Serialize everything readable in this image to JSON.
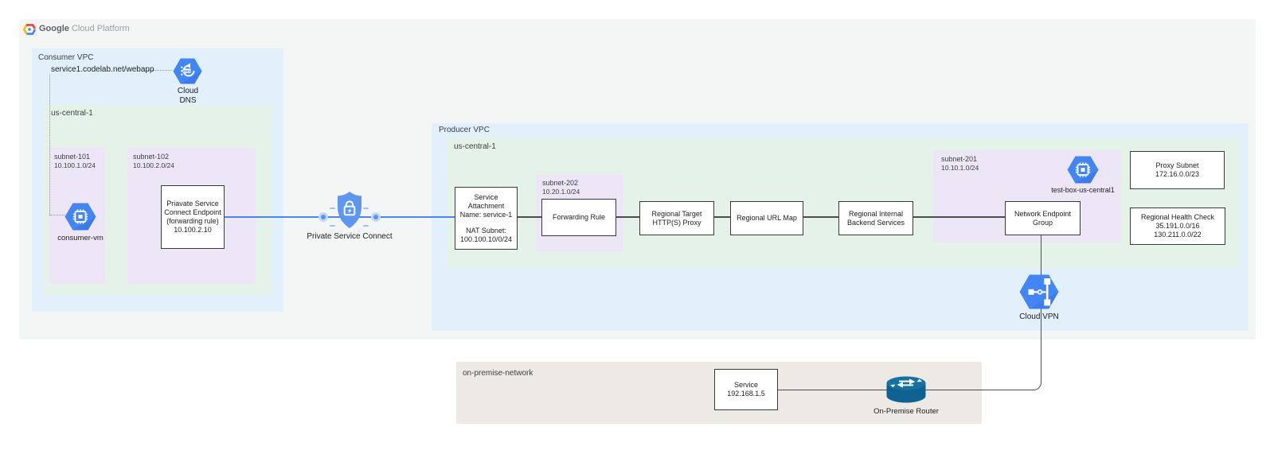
{
  "logo": {
    "brand": "Google",
    "suffix": "Cloud Platform"
  },
  "colors": {
    "gcp_icon_blue": "#4285F4",
    "connector_blue": "#4A86E8",
    "connector_gray": "#4D4D4D",
    "consumer_producer_zone": "#E2F0FB",
    "region_zone": "#E4F2E7",
    "subnet_zone": "#EDE6F6",
    "onprem_zone": "#EDEAE5",
    "canvas_gray": "#F4F5F5",
    "router_teal": "#0E6190"
  },
  "consumer_vpc": {
    "label": "Consumer VPC",
    "dns_record": "service1.codelab.net/webapp",
    "cloud_dns_label": [
      "Cloud",
      "DNS"
    ],
    "region_label": "us-central-1",
    "subnet_101": {
      "name": "subnet-101",
      "cidr": "10.100.1.0/24"
    },
    "consumer_vm_label": "consumer-vm",
    "subnet_102": {
      "name": "subnet-102",
      "cidr": "10.100.2.0/24"
    },
    "psc_endpoint_lines": [
      "Priavate Service",
      "Connect Endpoint",
      "(forwarding rule)",
      "10.100.2.10"
    ]
  },
  "psc": {
    "label": "Private Service Connect"
  },
  "producer_vpc": {
    "label": "Producer VPC",
    "region_label": "us-central-1",
    "service_attachment": {
      "top": [
        "Service",
        "Attachment",
        "Name: service-1"
      ],
      "bottom": [
        "NAT Subnet:",
        "100.100.10/0/24"
      ]
    },
    "subnet_202": {
      "name": "subnet-202",
      "cidr": "10.20.1.0/24"
    },
    "forwarding_rule_label": "Forwarding Rule",
    "target_proxy_lines": [
      "Regional Target",
      "HTTP(S) Proxy"
    ],
    "url_map_label": "Regional URL Map",
    "backend_lines": [
      "Regional Internal",
      "Backend Services"
    ],
    "subnet_201": {
      "name": "subnet-201",
      "cidr": "10.10.1.0/24"
    },
    "test_box_label": "test-box-us-central1",
    "neg_lines": [
      "Network Endpoint",
      "Group"
    ],
    "proxy_subnet_lines": [
      "Proxy Subnet",
      "172.16.0.0/23"
    ],
    "health_check_lines": [
      "Regional Health Check",
      "35.191.0.0/16",
      "130.211.0.0/22"
    ],
    "cloud_vpn_label": "Cloud VPN"
  },
  "on_premise": {
    "label": "on-premise-network",
    "service_lines": [
      "Service",
      "192.168.1.5"
    ],
    "router_label": "On-Premise Router"
  }
}
